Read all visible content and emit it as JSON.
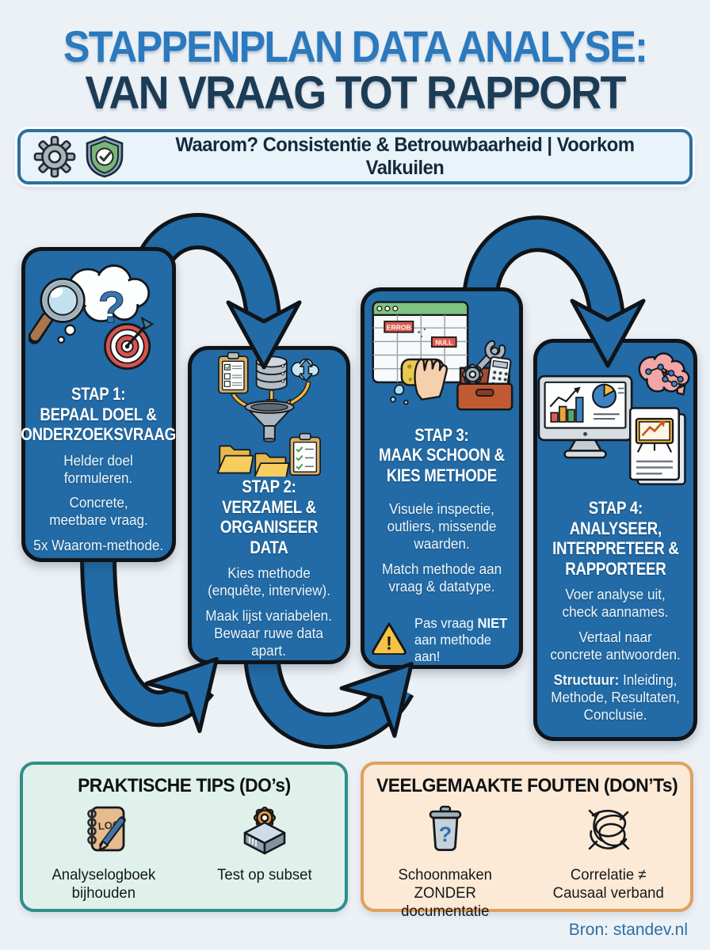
{
  "header": {
    "title_line1": "STAPPENPLAN DATA ANALYSE:",
    "title_line2": "VAN VRAAG TOT RAPPORT",
    "banner_text": "Waarom? Consistentie & Betrouwbaarheid | Voorkom Valkuilen"
  },
  "steps": [
    {
      "title": "STAP 1:\nBEPAAL DOEL &\nONDERZOEKSVRAAG",
      "body": [
        "Helder doel\nformuleren.",
        "Concrete,\nmeetbare vraag.",
        "5x Waarom-methode."
      ]
    },
    {
      "title": "STAP 2:\nVERZAMEL &\nORGANISEER DATA",
      "body": [
        "Kies methode\n(enquête, interview).",
        "Maak lijst variabelen.\nBewaar ruwe data\napart."
      ]
    },
    {
      "title": "STAP 3:\nMAAK SCHOON &\nKIES METHODE",
      "body": [
        "Visuele inspectie,\noutliers, missende\nwaarden.",
        "Match methode aan\nvraag & datatype."
      ],
      "warning_prefix": "Pas vraag ",
      "warning_bold": "NIET",
      "warning_suffix": "\naan methode aan!"
    },
    {
      "title": "STAP 4:\nANALYSEER,\nINTERPRETEER &\nRAPPORTEER",
      "body": [
        "Voer analyse uit,\ncheck aannames.",
        "Vertaal naar\nconcrete antwoorden."
      ],
      "structure_bold": "Structuur:",
      "structure_rest": " Inleiding,\nMethode, Resultaten,\nConclusie."
    }
  ],
  "tips": {
    "title": "PRAKTISCHE TIPS (DO’s)",
    "items": [
      {
        "label": "Analyselogboek\nbijhouden",
        "icon": "logbook-icon"
      },
      {
        "label": "Test op subset",
        "icon": "gear-box-icon"
      }
    ]
  },
  "donts": {
    "title": "VEELGEMAAKTE FOUTEN (DON’Ts)",
    "items": [
      {
        "label": "Schoonmaken\nZONDER documentatie",
        "icon": "trash-question-icon"
      },
      {
        "label": "Correlatie ≠\nCausaal verband",
        "icon": "tangled-lines-icon"
      }
    ]
  },
  "glyphs": {
    "cloud_question": "?",
    "bin_question": "?",
    "warning_exclamation": "!",
    "logbook_text": "LOG",
    "spreadsheet_error": "ERROB",
    "spreadsheet_null": "NULL"
  },
  "footer": {
    "source": "Bron: standev.nl"
  },
  "colors": {
    "background": "#ECF1F6",
    "title_blue": "#2B79BE",
    "title_navy": "#1C3C56",
    "step_blue": "#226BA6",
    "banner_border": "#2C6F9F",
    "tips_border": "#2E8F88",
    "tips_bg": "#E0F1EB",
    "donts_border": "#E0A15E",
    "donts_bg": "#FCEAD6",
    "warning_yellow": "#F6C445",
    "error_red": "#DE5A4E"
  }
}
